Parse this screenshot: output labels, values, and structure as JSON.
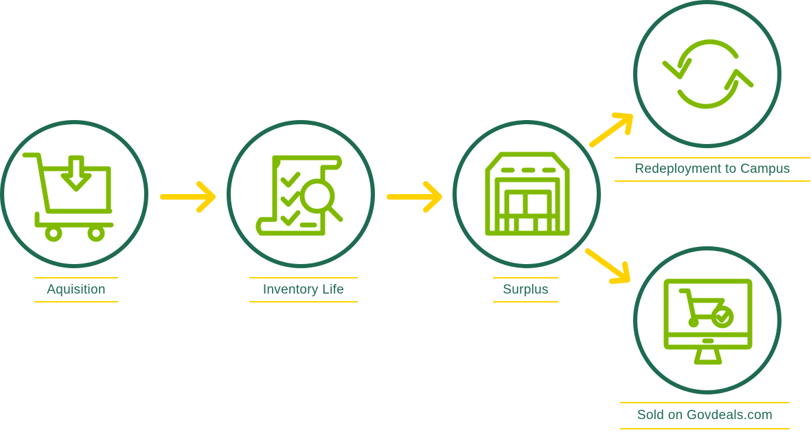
{
  "colors": {
    "circle": "#1e6b4f",
    "icon": "#7fba00",
    "arrow": "#ffd200",
    "text": "#1e6b4f"
  },
  "nodes": [
    {
      "label": "Aquisition",
      "icon": "shopping-cart-download-icon"
    },
    {
      "label": "Inventory Life",
      "icon": "checklist-magnifier-icon"
    },
    {
      "label": "Surplus",
      "icon": "warehouse-icon"
    },
    {
      "label": "Redeployment to Campus",
      "icon": "refresh-cycle-icon"
    },
    {
      "label": "Sold on Govdeals.com",
      "icon": "monitor-cart-icon"
    }
  ],
  "edges": [
    [
      "Aquisition",
      "Inventory Life"
    ],
    [
      "Inventory Life",
      "Surplus"
    ],
    [
      "Surplus",
      "Redeployment to Campus"
    ],
    [
      "Surplus",
      "Sold on Govdeals.com"
    ]
  ]
}
